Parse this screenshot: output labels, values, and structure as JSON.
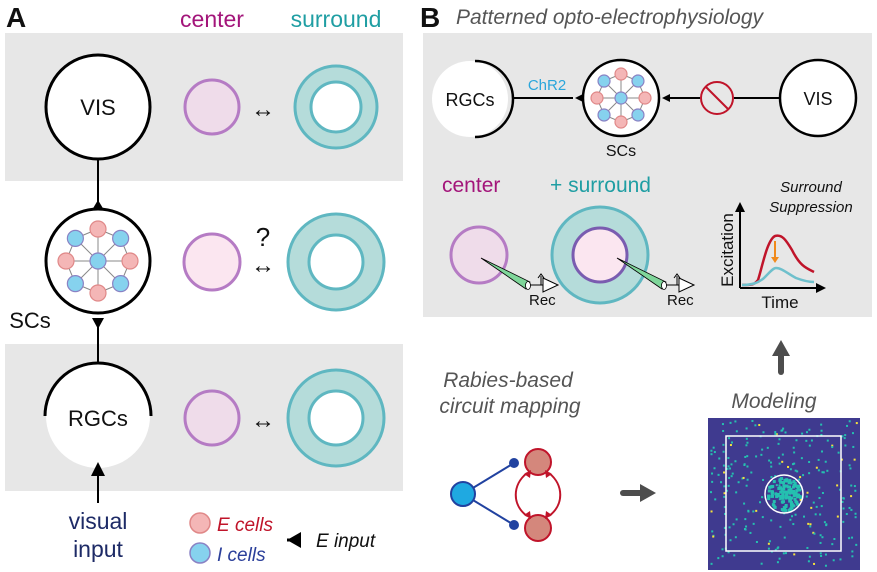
{
  "panel_a": {
    "label": "A",
    "header_center": "center",
    "header_surround": "surround",
    "rows": [
      {
        "node": "VIS",
        "relation": "↔",
        "question": ""
      },
      {
        "node": "SCs",
        "relation": "↔",
        "question": "?"
      },
      {
        "node": "RGCs",
        "relation": "↔",
        "question": ""
      }
    ],
    "input_label_line1": "visual",
    "input_label_line2": "input",
    "legend": {
      "e_cells": "E cells",
      "i_cells": "I cells",
      "e_input": "E input"
    }
  },
  "panel_b": {
    "label": "B",
    "title": "Patterned opto-electrophysiology",
    "nodes": {
      "rgcs": "RGCs",
      "scs": "SCs",
      "vis": "VIS"
    },
    "opsin_label": "ChR2",
    "center_label": "center",
    "surround_label": "+ surround",
    "rec_label": "Rec",
    "plot": {
      "title_line1": "Surround",
      "title_line2": "Suppression",
      "ylabel": "Excitation",
      "xlabel": "Time"
    },
    "rabies_line1": "Rabies-based",
    "rabies_line2": "circuit mapping",
    "modeling_label": "Modeling"
  },
  "colors": {
    "center": "#a3157a",
    "surround": "#1f9ea3",
    "e_cell_fill": "#f4b6b6",
    "i_cell_fill": "#86d2ee",
    "e_text": "#c0142a",
    "i_text": "#2b3f9a",
    "visual_input": "#1d2a66",
    "band": "#e7e7e7",
    "chr2": "#2aa6db",
    "block": "#c0142a"
  }
}
